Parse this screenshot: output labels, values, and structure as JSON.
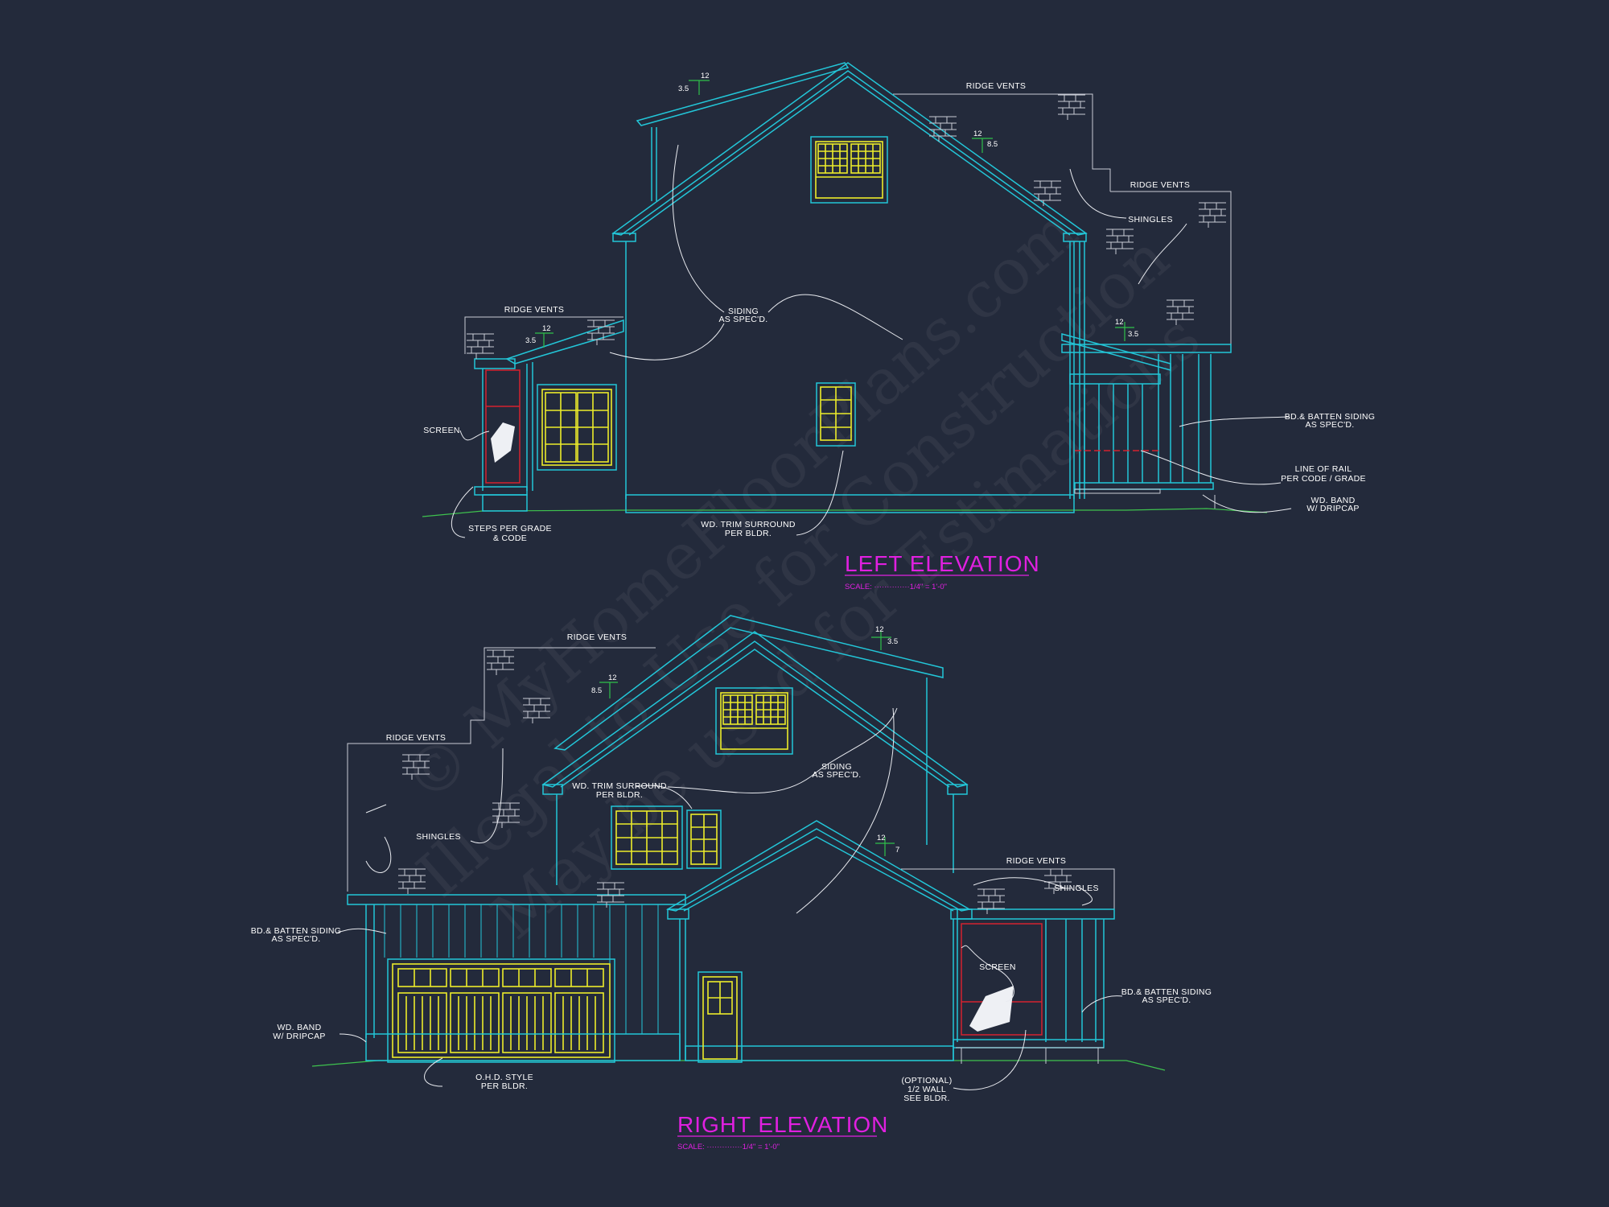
{
  "watermark": {
    "line1": "© MyHomeFloorPlans.com",
    "line2": "Illegal to Use for Construction",
    "line3": "May be used for Estimations"
  },
  "left_elevation": {
    "title": "LEFT ELEVATION",
    "scale": "SCALE: ··············1/4\" = 1'-0\"",
    "labels": {
      "ridge_vents_top": "RIDGE VENTS",
      "ridge_vents_right": "RIDGE VENTS",
      "ridge_vents_left": "RIDGE VENTS",
      "shingles": "SHINGLES",
      "siding_1": "SIDING",
      "siding_2": "AS SPEC'D.",
      "screen": "SCREEN",
      "bb_siding_1": "BD.& BATTEN SIDING",
      "bb_siding_2": "AS SPEC'D.",
      "rail_1": "LINE OF RAIL",
      "rail_2": "PER CODE / GRADE",
      "band_1": "WD. BAND",
      "band_2": "W/ DRIPCAP",
      "steps_1": "STEPS PER GRADE",
      "steps_2": "& CODE",
      "trim_1": "WD. TRIM SURROUND",
      "trim_2": "PER BLDR."
    },
    "slopes": {
      "a_rise": "3.5",
      "a_run": "12",
      "b_rise": "8.5",
      "b_run": "12",
      "c_rise": "3.5",
      "c_run": "12",
      "d_rise": "3.5",
      "d_run": "12"
    }
  },
  "right_elevation": {
    "title": "RIGHT ELEVATION",
    "scale": "SCALE: ··············1/4\" = 1'-0\"",
    "labels": {
      "ridge_vents_top": "RIDGE VENTS",
      "ridge_vents_left": "RIDGE VENTS",
      "ridge_vents_right": "RIDGE VENTS",
      "shingles_left": "SHINGLES",
      "shingles_right": "SHINGLES",
      "trim_1": "WD. TRIM SURROUND",
      "trim_2": "PER BLDR.",
      "siding_1": "SIDING",
      "siding_2": "AS SPEC'D.",
      "screen": "SCREEN",
      "bb_left_1": "BD.& BATTEN SIDING",
      "bb_left_2": "AS SPEC'D.",
      "bb_right_1": "BD.& BATTEN SIDING",
      "bb_right_2": "AS SPEC'D.",
      "band_1": "WD. BAND",
      "band_2": "W/ DRIPCAP",
      "ohd_1": "O.H.D. STYLE",
      "ohd_2": "PER BLDR.",
      "half_wall_1": "(OPTIONAL)",
      "half_wall_2": "1/2 WALL",
      "half_wall_3": "SEE BLDR."
    },
    "slopes": {
      "a_rise": "3.5",
      "a_run": "12",
      "b_rise": "8.5",
      "b_run": "12",
      "c_rise": "7",
      "c_run": "12"
    }
  },
  "colors": {
    "background": "#232a3b",
    "outline": "#23c6d8",
    "window": "#ecec2a",
    "title": "#e020e0",
    "rail": "#d42230",
    "grade": "#3ec24e"
  }
}
